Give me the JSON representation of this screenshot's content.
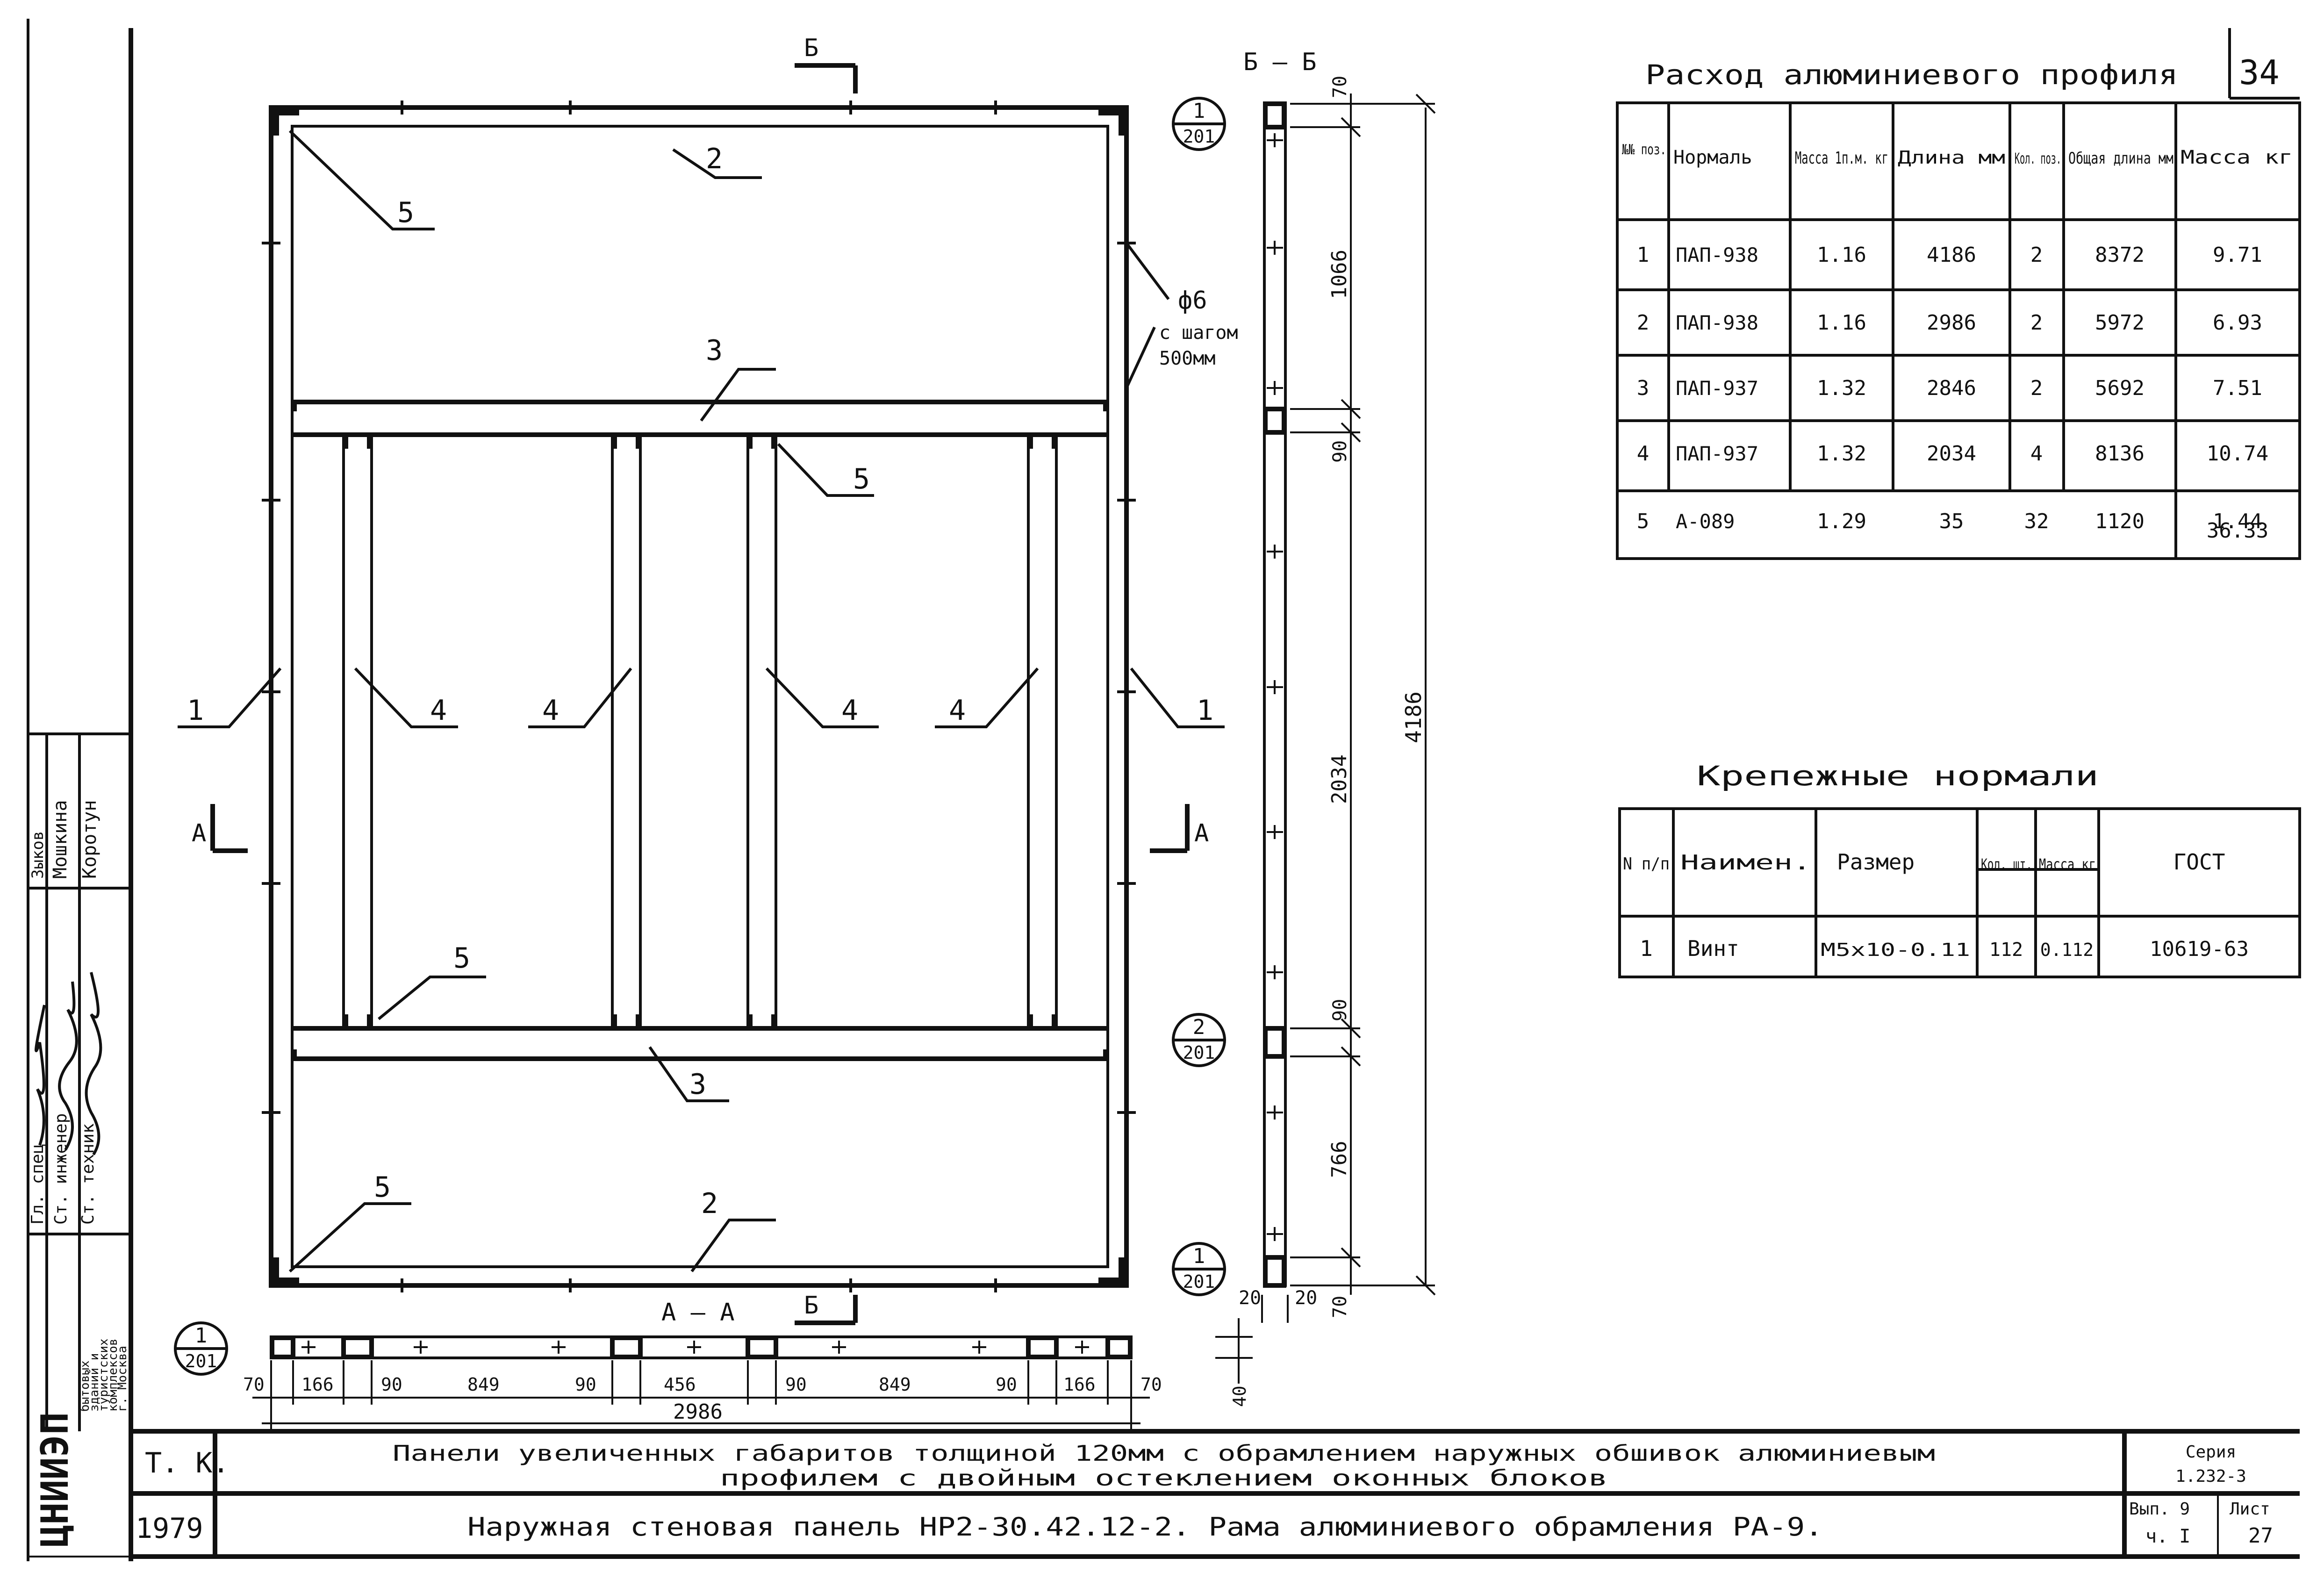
{
  "sheet_number": "34",
  "section_label": "Б — Б",
  "cut_label_b": "Б",
  "cut_label_a": "A",
  "view_label_aa": "A — A",
  "profile_table": {
    "title": "Расход алюминиевого профиля",
    "headers": [
      "№№ поз.",
      "Нормаль",
      "Масса 1п.м. кг",
      "Длина мм",
      "Кол. поз.",
      "Общая длина мм",
      "Масса кг"
    ],
    "rows": [
      [
        "1",
        "ПАП-938",
        "1.16",
        "4186",
        "2",
        "8372",
        "9.71"
      ],
      [
        "2",
        "ПАП-938",
        "1.16",
        "2986",
        "2",
        "5972",
        "6.93"
      ],
      [
        "3",
        "ПАП-937",
        "1.32",
        "2846",
        "2",
        "5692",
        "7.51"
      ],
      [
        "4",
        "ПАП-937",
        "1.32",
        "2034",
        "4",
        "8136",
        "10.74"
      ],
      [
        "5",
        "А-089",
        "1.29",
        "35",
        "32",
        "1120",
        "1.44"
      ]
    ],
    "total": "36.33"
  },
  "fastener_table": {
    "title": "Крепежные нормали",
    "headers": [
      "N п/п",
      "Наимен.",
      "Размер",
      "Кол. шт.",
      "Масса кг",
      "ГОСТ"
    ],
    "rows": [
      [
        "1",
        "Винт",
        "М5х10-0.11",
        "112",
        "0.112",
        "10619-63"
      ]
    ]
  },
  "callouts": [
    "1",
    "1",
    "2",
    "2",
    "3",
    "3",
    "4",
    "4",
    "4",
    "4",
    "5",
    "5",
    "5",
    "5"
  ],
  "hole_note": [
    "ф6",
    "с шагом",
    "500мм"
  ],
  "detail_refs": [
    {
      "num": "1",
      "sheet": "201"
    },
    {
      "num": "2",
      "sheet": "201"
    },
    {
      "num": "1",
      "sheet": "201"
    },
    {
      "num": "1",
      "sheet": "201"
    }
  ],
  "vertical_dims": {
    "top": "70",
    "d1": "1066",
    "d2": "90",
    "d3": "2034",
    "d4": "90",
    "d5": "766",
    "bottom": "70",
    "total": "4186",
    "left_offset": "20",
    "right_offset": "20"
  },
  "horizontal_dims": [
    "70",
    "166",
    "90",
    "849",
    "90",
    "456",
    "90",
    "849",
    "90",
    "166",
    "70"
  ],
  "horizontal_total": "2986",
  "thickness_dim": "40",
  "stamp": {
    "roles": [
      "Гл. спец.",
      "Ст. инженер",
      "Ст. техник"
    ],
    "names": [
      "Зыков",
      "Мошкина",
      "Коротун"
    ],
    "org_logo": "ЦНИИЭП",
    "org_text": [
      "бытовых",
      "зданий и",
      "туристских",
      "комплексов",
      "г. Москва"
    ],
    "tk": "Т. К.",
    "year": "1979",
    "title_line1": "Панели увеличенных габаритов толщиной 120мм с обрамлением наружных обшивок алюминиевым",
    "title_line2": "профилем с двойным остеклением оконных блоков",
    "title_line3": "Наружная стеновая панель НР2-30.42.12-2. Рама алюминиевого обрамления РА-9.",
    "series_label": "Серия",
    "series_value": "1.232-3",
    "issue_label": "Вып. 9",
    "issue_value": "ч. I",
    "sheet_label": "Лист",
    "sheet_value": "27"
  }
}
